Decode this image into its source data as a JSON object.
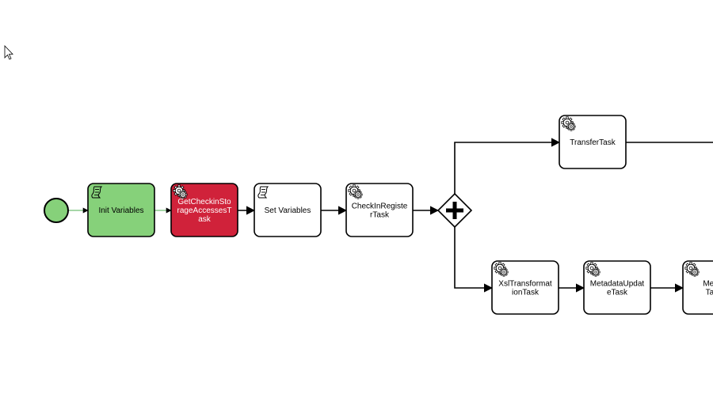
{
  "diagram": {
    "type": "bpmn-process",
    "colors": {
      "completed": "#86d17a",
      "failed": "#d0223a",
      "pending": "#ffffff",
      "stroke": "#000000",
      "completed_flow": "#4caf50"
    },
    "events": [
      {
        "id": "start",
        "kind": "start-event",
        "status": "completed"
      }
    ],
    "gateways": [
      {
        "id": "parallel-split",
        "kind": "parallel-gateway",
        "symbol": "+"
      }
    ],
    "tasks": [
      {
        "id": "init-variables",
        "kind": "script-task",
        "icon": "script-icon",
        "status": "completed",
        "label_lines": [
          "Init Variables"
        ]
      },
      {
        "id": "get-checkin-storage",
        "kind": "service-task",
        "icon": "gear-icon",
        "status": "failed",
        "label_lines": [
          "GetCheckinSto",
          "rageAccessesT",
          "ask"
        ]
      },
      {
        "id": "set-variables",
        "kind": "script-task",
        "icon": "script-icon",
        "status": "pending",
        "label_lines": [
          "Set Variables"
        ]
      },
      {
        "id": "checkin-register",
        "kind": "service-task",
        "icon": "gear-icon",
        "status": "pending",
        "label_lines": [
          "CheckInRegiste",
          "rTask"
        ]
      },
      {
        "id": "transfer-task",
        "kind": "service-task",
        "icon": "gear-icon",
        "status": "pending",
        "label_lines": [
          "TransferTask"
        ]
      },
      {
        "id": "xsl-transformation",
        "kind": "service-task",
        "icon": "gear-icon",
        "status": "pending",
        "label_lines": [
          "XslTransformat",
          "ionTask"
        ]
      },
      {
        "id": "metadata-update",
        "kind": "service-task",
        "icon": "gear-icon",
        "status": "pending",
        "label_lines": [
          "MetadataUpdat",
          "eTask"
        ]
      },
      {
        "id": "metadata-partial",
        "kind": "service-task",
        "icon": "gear-icon",
        "status": "pending",
        "label_lines": [
          "Metada",
          "Task - "
        ]
      }
    ],
    "flows": [
      {
        "from": "start",
        "to": "init-variables",
        "status": "completed"
      },
      {
        "from": "init-variables",
        "to": "get-checkin-storage",
        "status": "completed"
      },
      {
        "from": "get-checkin-storage",
        "to": "set-variables",
        "status": "pending"
      },
      {
        "from": "set-variables",
        "to": "checkin-register",
        "status": "pending"
      },
      {
        "from": "checkin-register",
        "to": "parallel-split",
        "status": "pending"
      },
      {
        "from": "parallel-split",
        "to": "transfer-task",
        "status": "pending"
      },
      {
        "from": "parallel-split",
        "to": "xsl-transformation",
        "status": "pending"
      },
      {
        "from": "xsl-transformation",
        "to": "metadata-update",
        "status": "pending"
      },
      {
        "from": "metadata-update",
        "to": "metadata-partial",
        "status": "pending"
      }
    ]
  }
}
